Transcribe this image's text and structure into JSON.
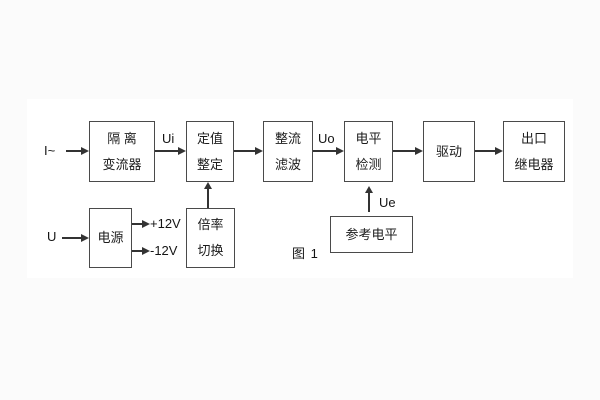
{
  "figure": {
    "caption": "图 1",
    "background": "#fbfbfb",
    "panel_background": "#ffffff",
    "line_color": "#333333"
  },
  "inputs": {
    "current": "I~",
    "voltage": "U"
  },
  "signals": {
    "ui": "Ui",
    "uo": "Uo",
    "ue": "Ue",
    "plus12": "+12V",
    "minus12": "-12V"
  },
  "blocks": {
    "isolation": {
      "line1": "隔 离",
      "line2": "变流器"
    },
    "setting": {
      "line1": "定值",
      "line2": "整定"
    },
    "rectifier": {
      "line1": "整流",
      "line2": "滤波"
    },
    "level_detect": {
      "line1": "电平",
      "line2": "检测"
    },
    "driver": {
      "line1": "驱动"
    },
    "output_relay": {
      "line1": "出口",
      "line2": "继电器"
    },
    "power": {
      "line1": "电源"
    },
    "ratio_switch": {
      "line1": "倍率",
      "line2": "切换"
    },
    "reference_level": {
      "line1": "参考电平"
    }
  }
}
